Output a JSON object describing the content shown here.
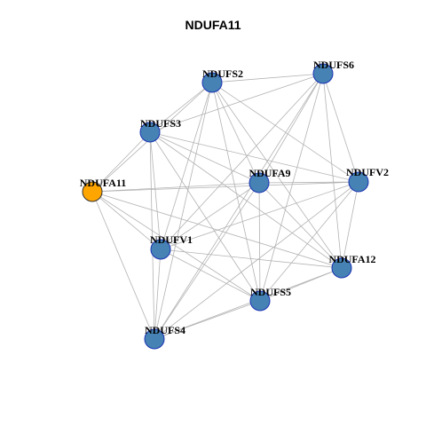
{
  "title": "NDUFA11",
  "colors": {
    "node": "#4682b4",
    "node_stroke": "#1a33b3",
    "highlight": "#ffa500",
    "highlight_stroke": "#333333",
    "edge": "#b3b3b3"
  },
  "nodes": [
    {
      "id": "NDUFS6",
      "label": "NDUFS6",
      "highlight": false
    },
    {
      "id": "NDUFS2",
      "label": "NDUFS2",
      "highlight": false
    },
    {
      "id": "NDUFS3",
      "label": "NDUFS3",
      "highlight": false
    },
    {
      "id": "NDUFA11",
      "label": "NDUFA11",
      "highlight": true
    },
    {
      "id": "NDUFA9",
      "label": "NDUFA9",
      "highlight": false
    },
    {
      "id": "NDUFV2",
      "label": "NDUFV2",
      "highlight": false
    },
    {
      "id": "NDUFV1",
      "label": "NDUFV1",
      "highlight": false
    },
    {
      "id": "NDUFA12",
      "label": "NDUFA12",
      "highlight": false
    },
    {
      "id": "NDUFS5",
      "label": "NDUFS5",
      "highlight": false
    },
    {
      "id": "NDUFS4",
      "label": "NDUFS4",
      "highlight": false
    }
  ],
  "edges": [
    [
      "NDUFS2",
      "NDUFS6"
    ],
    [
      "NDUFS2",
      "NDUFS3"
    ],
    [
      "NDUFS2",
      "NDUFA11"
    ],
    [
      "NDUFS2",
      "NDUFA9"
    ],
    [
      "NDUFS2",
      "NDUFV2"
    ],
    [
      "NDUFS2",
      "NDUFV1"
    ],
    [
      "NDUFS2",
      "NDUFA12"
    ],
    [
      "NDUFS2",
      "NDUFS5"
    ],
    [
      "NDUFS2",
      "NDUFS4"
    ],
    [
      "NDUFS6",
      "NDUFS3"
    ],
    [
      "NDUFS6",
      "NDUFA9"
    ],
    [
      "NDUFS6",
      "NDUFV2"
    ],
    [
      "NDUFS6",
      "NDUFV1"
    ],
    [
      "NDUFS6",
      "NDUFA12"
    ],
    [
      "NDUFS6",
      "NDUFS5"
    ],
    [
      "NDUFS6",
      "NDUFS4"
    ],
    [
      "NDUFS3",
      "NDUFA11"
    ],
    [
      "NDUFS3",
      "NDUFA9"
    ],
    [
      "NDUFS3",
      "NDUFV2"
    ],
    [
      "NDUFS3",
      "NDUFV1"
    ],
    [
      "NDUFS3",
      "NDUFA12"
    ],
    [
      "NDUFS3",
      "NDUFS5"
    ],
    [
      "NDUFS3",
      "NDUFS4"
    ],
    [
      "NDUFA11",
      "NDUFA9"
    ],
    [
      "NDUFA11",
      "NDUFV2"
    ],
    [
      "NDUFA11",
      "NDUFV1"
    ],
    [
      "NDUFA11",
      "NDUFA12"
    ],
    [
      "NDUFA11",
      "NDUFS5"
    ],
    [
      "NDUFA11",
      "NDUFS4"
    ],
    [
      "NDUFA9",
      "NDUFV2"
    ],
    [
      "NDUFA9",
      "NDUFV1"
    ],
    [
      "NDUFA9",
      "NDUFA12"
    ],
    [
      "NDUFA9",
      "NDUFS5"
    ],
    [
      "NDUFA9",
      "NDUFS4"
    ],
    [
      "NDUFV2",
      "NDUFV1"
    ],
    [
      "NDUFV2",
      "NDUFA12"
    ],
    [
      "NDUFV2",
      "NDUFS5"
    ],
    [
      "NDUFV2",
      "NDUFS4"
    ],
    [
      "NDUFV1",
      "NDUFA12"
    ],
    [
      "NDUFV1",
      "NDUFS5"
    ],
    [
      "NDUFV1",
      "NDUFS4"
    ],
    [
      "NDUFA12",
      "NDUFS5"
    ],
    [
      "NDUFA12",
      "NDUFS4"
    ],
    [
      "NDUFS5",
      "NDUFS4"
    ]
  ]
}
